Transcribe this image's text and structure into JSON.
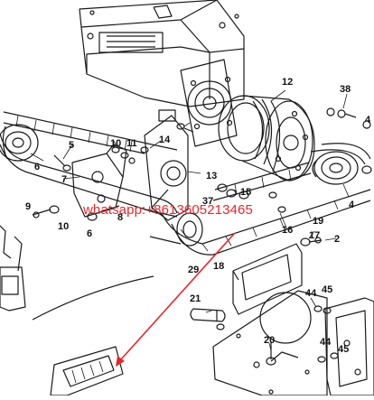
{
  "diagram": {
    "callouts": {
      "n12": "12",
      "n38": "38",
      "n4a": "4",
      "n4b": "4",
      "n5": "5",
      "n6a": "6",
      "n6b": "6",
      "n7": "7",
      "n8": "8",
      "n9": "9",
      "n10a": "10",
      "n10b": "10",
      "n11": "11",
      "n13": "13",
      "n14": "14",
      "n15": "15",
      "n16": "16",
      "n17": "17",
      "n18": "18",
      "n19": "19",
      "n2": "2",
      "n20": "20",
      "n21": "21",
      "n29": "29",
      "n37": "37",
      "n44a": "44",
      "n44b": "44",
      "n45a": "45",
      "n45b": "45"
    },
    "watermark": "whatsapp:+8613605213465",
    "colors": {
      "line": "#1a1a1a",
      "watermark": "#e8262b",
      "background": "#ffffff"
    }
  }
}
